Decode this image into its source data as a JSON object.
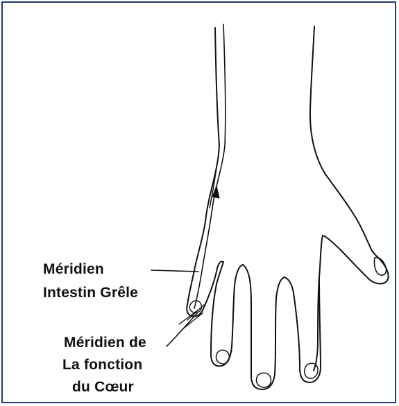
{
  "colors": {
    "frame": "#1c3a73",
    "ink": "#111111",
    "background": "#ffffff"
  },
  "labels": {
    "meridian_small_intestine": {
      "line1": "Méridien",
      "line2": "Intestin Grêle"
    },
    "meridian_heart_function": {
      "line1": "Méridien de",
      "line2": "La fonction",
      "line3": "du Cœur"
    }
  }
}
